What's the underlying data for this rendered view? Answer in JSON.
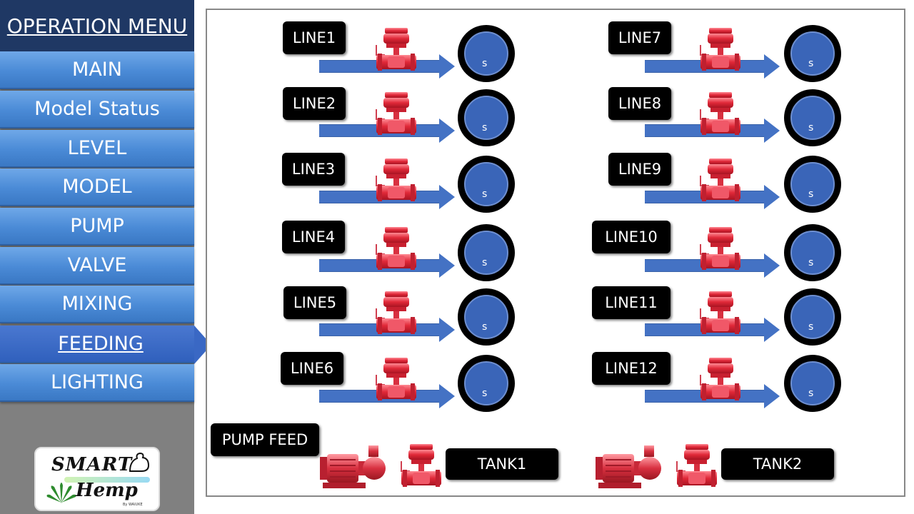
{
  "sidebar": {
    "title": "OPERATION MENU",
    "items": [
      {
        "label": "MAIN"
      },
      {
        "label": "Model Status"
      },
      {
        "label": "LEVEL"
      },
      {
        "label": "MODEL"
      },
      {
        "label": "PUMP"
      },
      {
        "label": "VALVE"
      },
      {
        "label": "MIXING"
      },
      {
        "label": "FEEDING",
        "active": true
      },
      {
        "label": "LIGHTING"
      }
    ],
    "logo": {
      "line1": "SMART",
      "line2": "Hemp",
      "byline": "By WAIUKE"
    }
  },
  "lines": [
    {
      "label": "LINE1",
      "unit": "s"
    },
    {
      "label": "LINE2",
      "unit": "s"
    },
    {
      "label": "LINE3",
      "unit": "s"
    },
    {
      "label": "LINE4",
      "unit": "s"
    },
    {
      "label": "LINE5",
      "unit": "s"
    },
    {
      "label": "LINE6",
      "unit": "s"
    },
    {
      "label": "LINE7",
      "unit": "s"
    },
    {
      "label": "LINE8",
      "unit": "s"
    },
    {
      "label": "LINE9",
      "unit": "s"
    },
    {
      "label": "LINE10",
      "unit": "s"
    },
    {
      "label": "LINE11",
      "unit": "s"
    },
    {
      "label": "LINE12",
      "unit": "s"
    }
  ],
  "pump_feed": {
    "label": "PUMP FEED"
  },
  "tanks": [
    {
      "label": "TANK1"
    },
    {
      "label": "TANK2"
    }
  ],
  "colors": {
    "sidebar_title_bg": "#1f3864",
    "menu_blue": "#4a8ad6",
    "pipe_blue": "#4472c4",
    "valve_red": "#e03040",
    "gauge_blue": "#3a65b8"
  }
}
